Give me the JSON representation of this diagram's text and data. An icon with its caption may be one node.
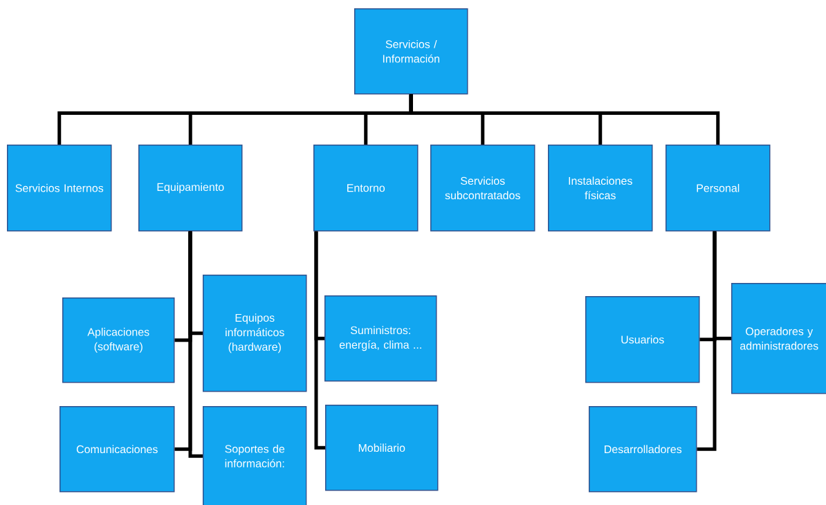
{
  "diagram": {
    "nodes": [
      {
        "text": [
          "Servicios / Información"
        ]
      },
      {
        "text": [
          "Servicios Internos"
        ]
      },
      {
        "text": [
          "Equipamiento"
        ]
      },
      {
        "text": [
          "Entorno"
        ]
      },
      {
        "text": [
          "Servicios subcontratados"
        ]
      },
      {
        "text": [
          "Instalaciones físicas"
        ]
      },
      {
        "text": [
          "Personal"
        ]
      },
      {
        "text": [
          "Aplicaciones (software)"
        ]
      },
      {
        "text": [
          "Equipos informáticos (hardware)"
        ]
      },
      {
        "text": [
          "Comunicaciones"
        ]
      },
      {
        "text": [
          "Soportes de información:"
        ]
      },
      {
        "text": [
          "Suministros: energía, clima ..."
        ]
      },
      {
        "text": [
          "Mobiliario"
        ]
      },
      {
        "text": [
          "Usuarios"
        ]
      },
      {
        "text": [
          "Operadores y administradores"
        ]
      },
      {
        "text": [
          "Desarrolladores"
        ]
      }
    ],
    "edges": [
      {
        "from": 0,
        "to": 1,
        "arrow": "none"
      },
      {
        "from": 0,
        "to": 2,
        "arrow": "none"
      },
      {
        "from": 0,
        "to": 3,
        "arrow": "none"
      },
      {
        "from": 0,
        "to": 4,
        "arrow": "none"
      },
      {
        "from": 0,
        "to": 5,
        "arrow": "none"
      },
      {
        "from": 0,
        "to": 6,
        "arrow": "none"
      },
      {
        "from": 2,
        "to": 7,
        "arrow": "none"
      },
      {
        "from": 2,
        "to": 8,
        "arrow": "none"
      },
      {
        "from": 2,
        "to": 9,
        "arrow": "none"
      },
      {
        "from": 2,
        "to": 10,
        "arrow": "none"
      },
      {
        "from": 3,
        "to": 11,
        "arrow": "none"
      },
      {
        "from": 3,
        "to": 12,
        "arrow": "none"
      },
      {
        "from": 6,
        "to": 13,
        "arrow": "none"
      },
      {
        "from": 6,
        "to": 14,
        "arrow": "none"
      },
      {
        "from": 6,
        "to": 15,
        "arrow": "none"
      }
    ]
  }
}
